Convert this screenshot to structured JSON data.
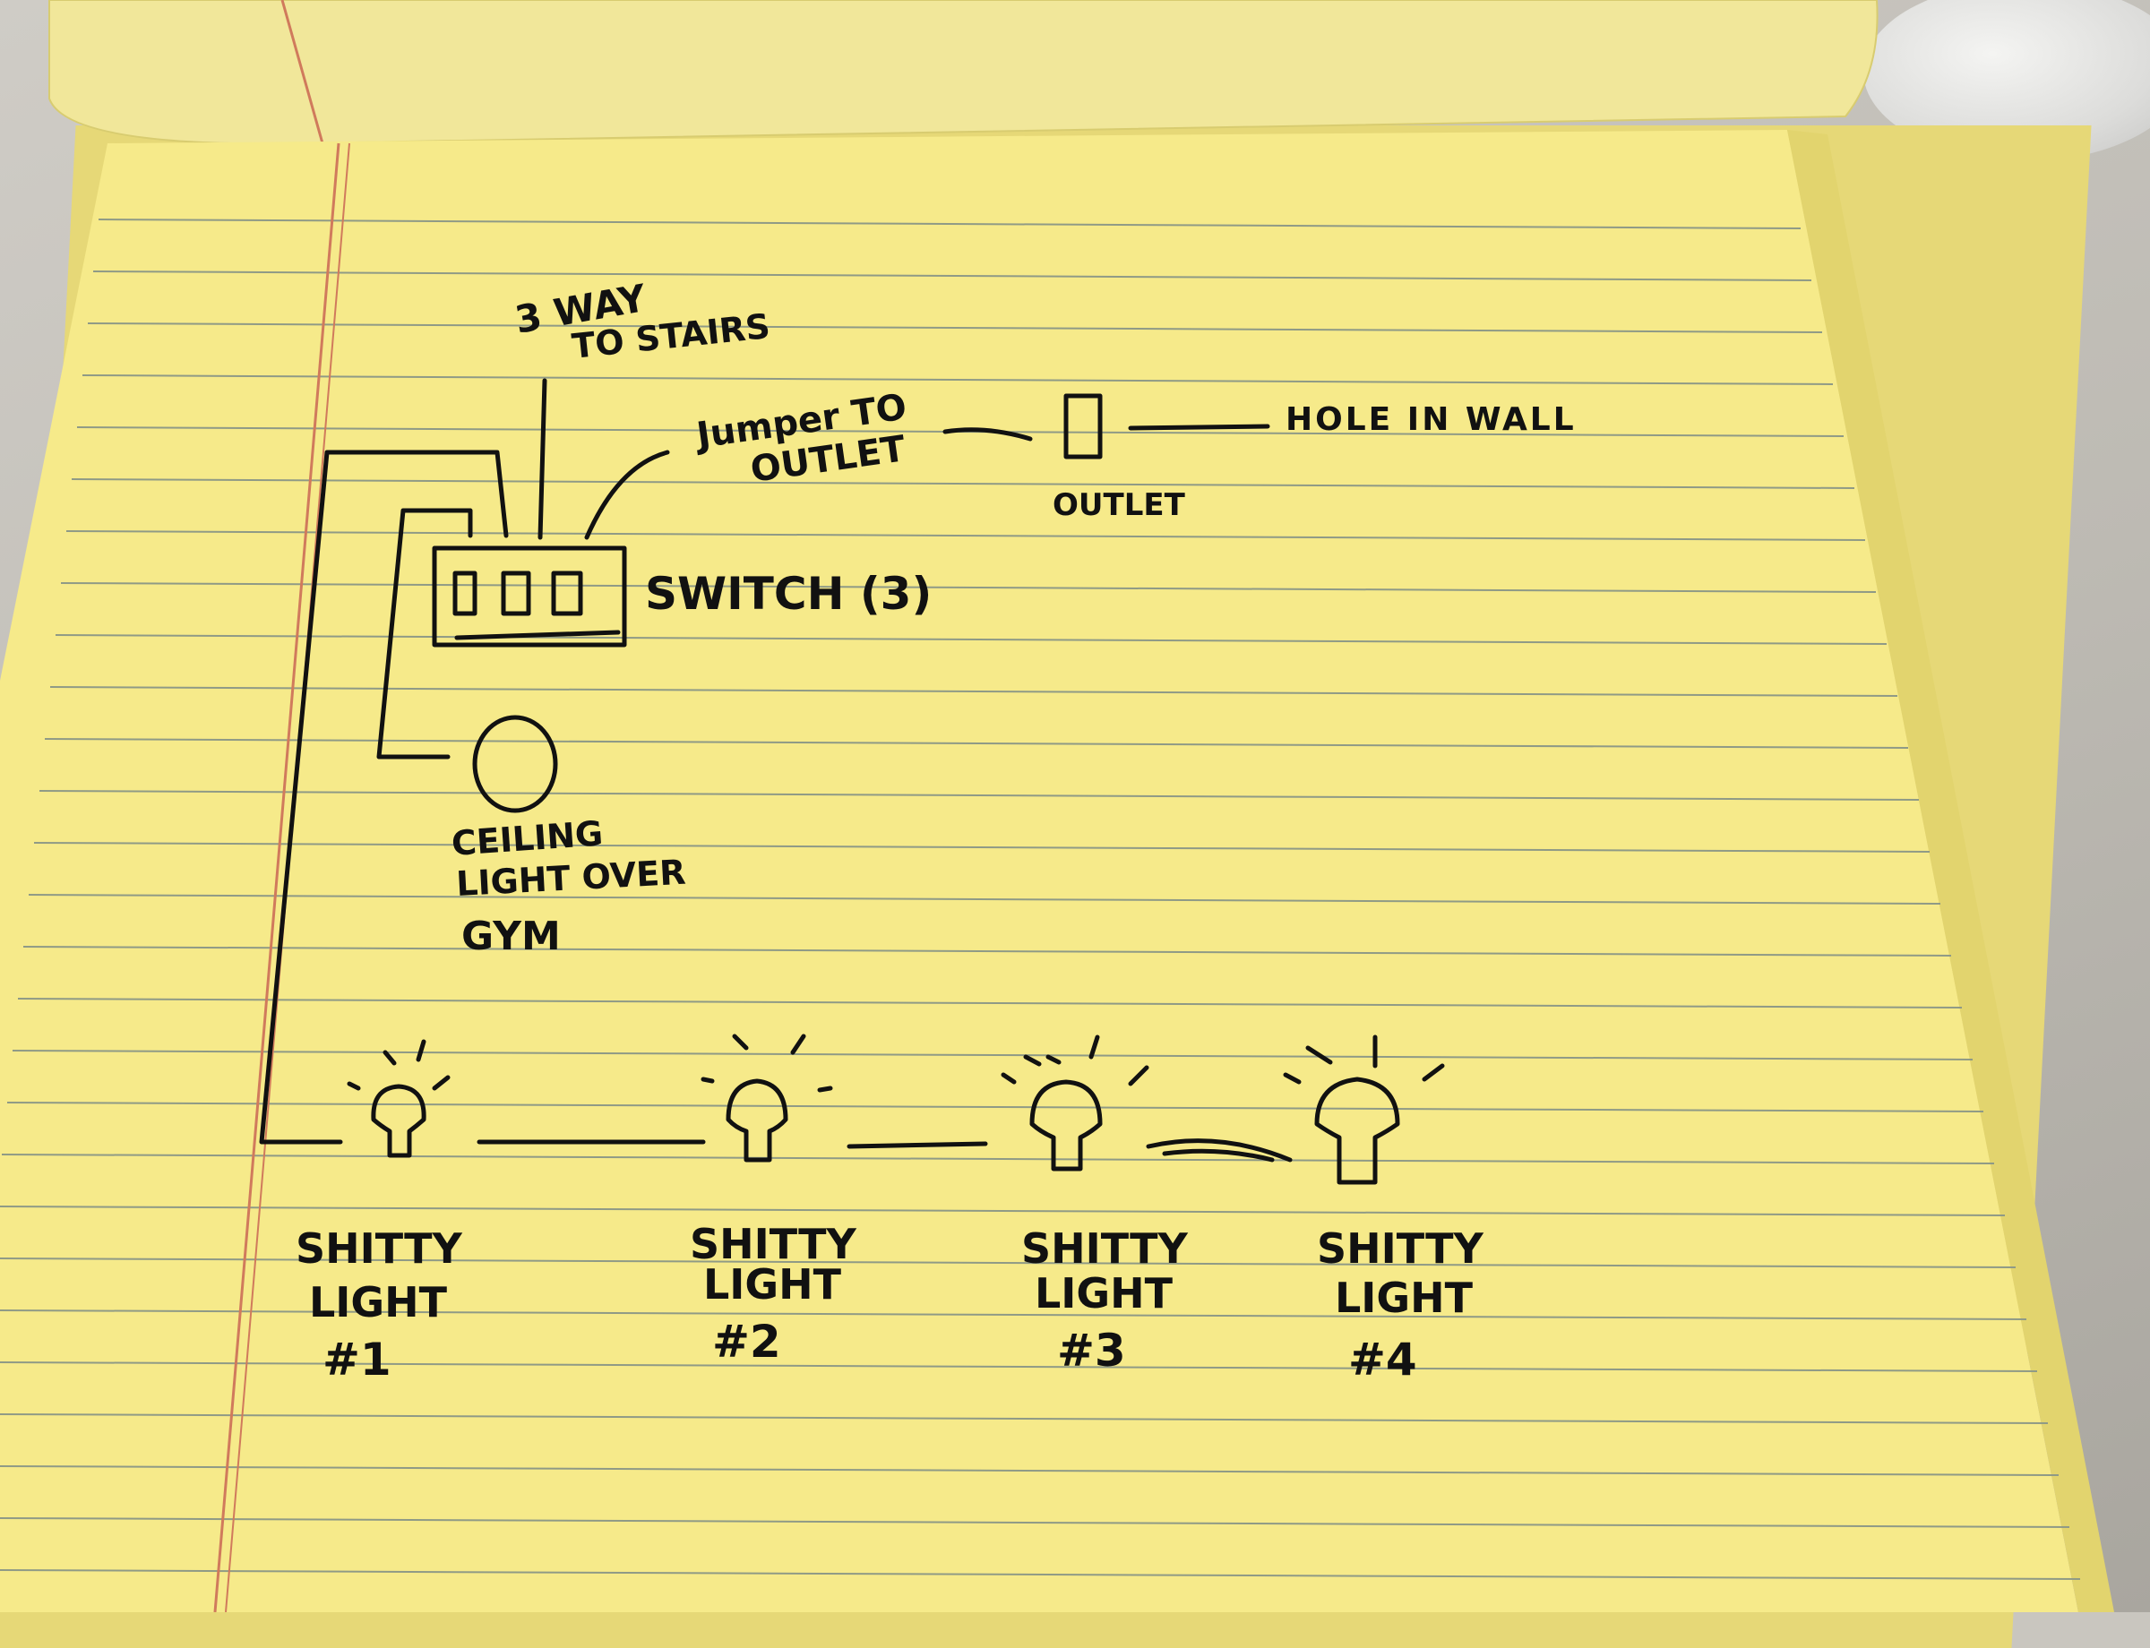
{
  "colors": {
    "paper": "#f6ea8a",
    "paper_shadow": "#e2d46e",
    "rule_line": "#8f9a86",
    "margin_line": "#d07a5c",
    "ink": "#111111"
  },
  "diagram": {
    "label_3way": "3 WAY",
    "label_to_stairs": "TO STAIRS",
    "label_jumper": "Jumper TO",
    "label_outlet_line2": "OUTLET",
    "label_outlet": "OUTLET",
    "label_hole": "HOLE IN WALL",
    "label_switch": "SWITCH (3)",
    "label_ceiling_1": "CEILING",
    "label_ceiling_2": "LIGHT OVER",
    "label_ceiling_3": "GYM",
    "lights": [
      {
        "line1": "SHITTY",
        "line2": "LIGHT",
        "line3": "#1"
      },
      {
        "line1": "SHITTY",
        "line2": "LIGHT",
        "line3": "#2"
      },
      {
        "line1": "SHITTY",
        "line2": "LIGHT",
        "line3": "#3"
      },
      {
        "line1": "SHITTY",
        "line2": "LIGHT",
        "line3": "#4"
      }
    ]
  }
}
